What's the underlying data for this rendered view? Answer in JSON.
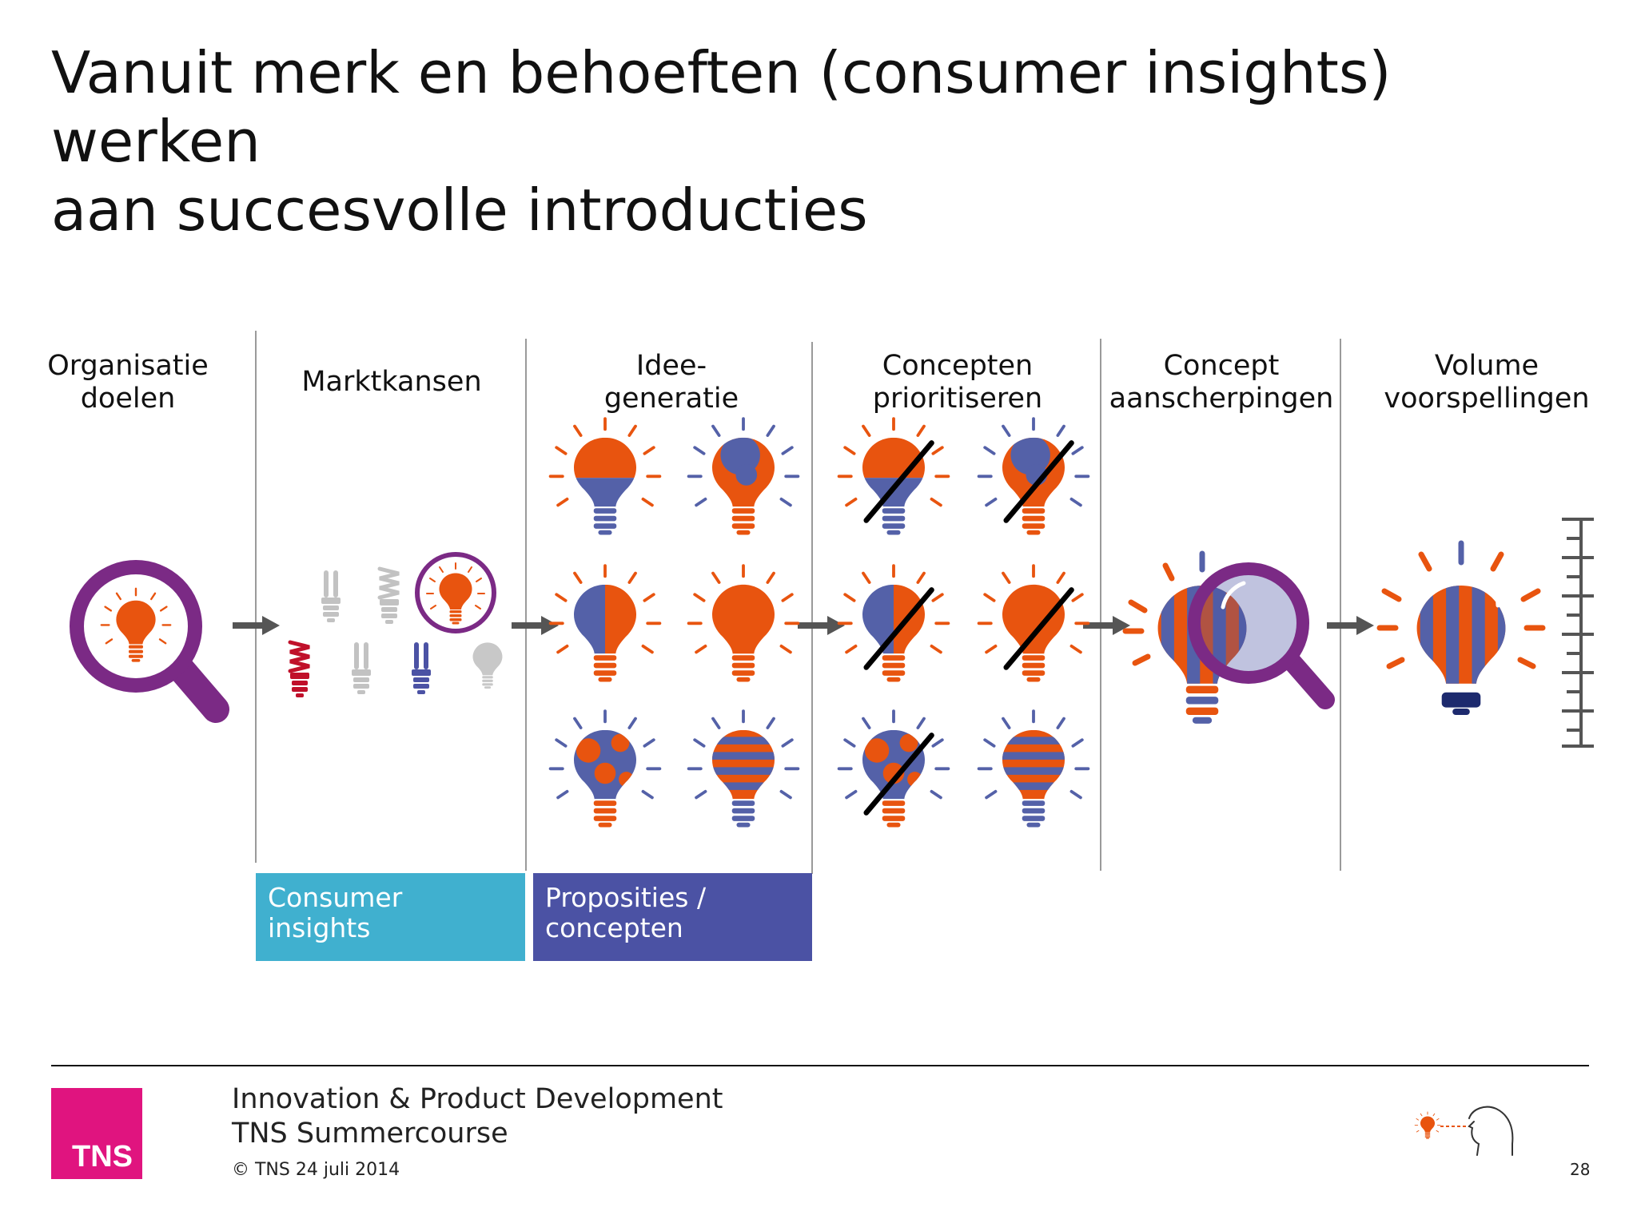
{
  "title": {
    "line1": "Vanuit merk en behoeften (consumer insights) werken",
    "line2": "aan succesvolle introducties"
  },
  "stages": [
    {
      "line1": "Organisatie",
      "line2": "doelen"
    },
    {
      "line1": "Marktkansen",
      "line2": ""
    },
    {
      "line1": "Idee-",
      "line2": "generatie"
    },
    {
      "line1": "Concepten",
      "line2": "prioritiseren"
    },
    {
      "line1": "Concept",
      "line2": "aanscherpingen"
    },
    {
      "line1": "Volume",
      "line2": "voorspellingen"
    }
  ],
  "boxes": {
    "consumer_insights": "Consumer insights",
    "proposities_line1": "Proposities /",
    "proposities_line2": "concepten"
  },
  "colors": {
    "orange": "#e8540f",
    "blue": "#5461a8",
    "purple": "#7b2a85",
    "teal": "#40b0cf",
    "indigo": "#4b52a4",
    "tns_pink": "#e0147f"
  },
  "icons": [
    "magnifier-bulb-icon",
    "bulb-icon",
    "crossed-bulb-icon",
    "measure-scale-icon",
    "thinking-person-icon"
  ],
  "footer": {
    "line1": "Innovation & Product Development",
    "line2": "TNS Summercourse",
    "date": "© TNS 24 juli 2014",
    "page": "28",
    "logo": "TNS"
  }
}
